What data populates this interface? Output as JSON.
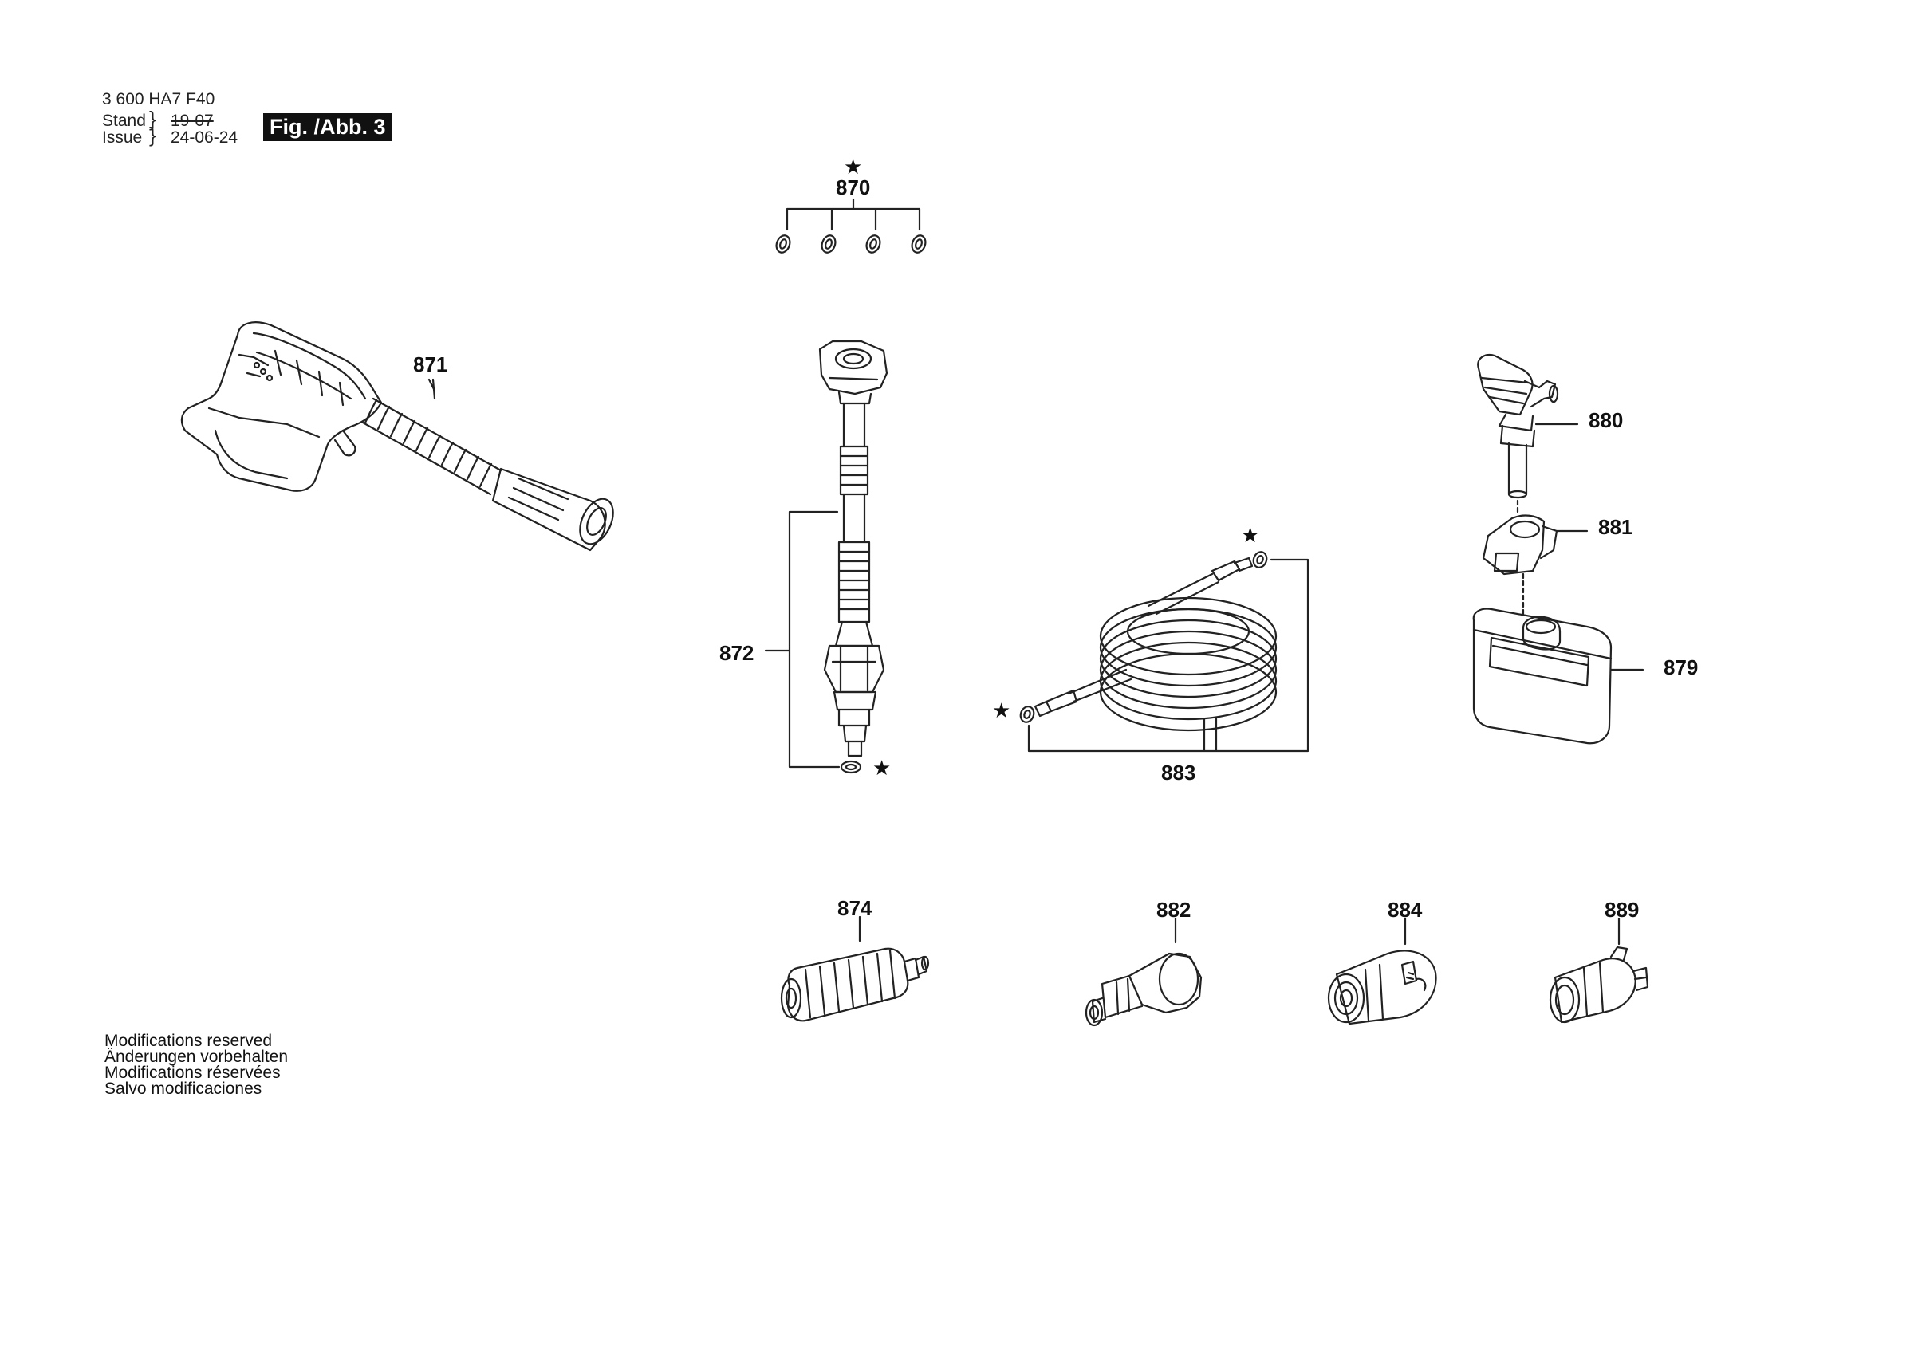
{
  "header": {
    "doc_code": "3 600 HA7 F40",
    "stand_label": "Stand",
    "issue_label": "Issue",
    "stand_value": "19-07",
    "issue_value": "24-06-24",
    "figure_label": "Fig. /Abb. 3"
  },
  "parts": {
    "p870": "870",
    "p871": "871",
    "p872": "872",
    "p874": "874",
    "p879": "879",
    "p880": "880",
    "p881": "881",
    "p882": "882",
    "p883": "883",
    "p884": "884",
    "p889": "889"
  },
  "markers": {
    "star": "★"
  },
  "footer": {
    "lines": [
      "Modifications reserved",
      "Änderungen vorbehalten",
      "Modifications réservées",
      "Salvo modificaciones"
    ]
  }
}
